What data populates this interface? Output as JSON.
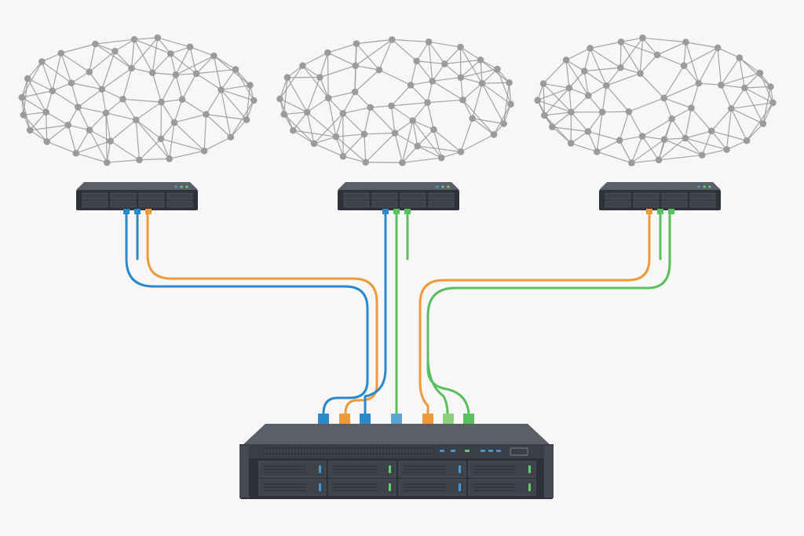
{
  "colors": {
    "background": "#f7f7f7",
    "mesh_line": "#9a9a9a",
    "mesh_node": "#9b9b9b",
    "cable_blue": "#2b88c9",
    "cable_orange": "#ee9a3a",
    "cable_green": "#5cbf5e",
    "chassis_top": "#5b6068",
    "chassis_front": "#2e3238",
    "bay": "#3e434a",
    "led_blue": "#3a9be0",
    "led_green": "#5fd06a"
  },
  "diagram": {
    "mesh_clusters": [
      {
        "name": "left",
        "icon": "mesh-network-icon"
      },
      {
        "name": "center",
        "icon": "mesh-network-icon"
      },
      {
        "name": "right",
        "icon": "mesh-network-icon"
      }
    ],
    "edge_switches": [
      {
        "name": "left",
        "cables": [
          "blue",
          "blue",
          "orange"
        ]
      },
      {
        "name": "center",
        "cables": [
          "blue",
          "green",
          "green"
        ]
      },
      {
        "name": "right",
        "cables": [
          "orange",
          "green",
          "green"
        ]
      }
    ],
    "core_server": {
      "icon": "rack-server-icon",
      "ports": [
        "blue",
        "orange",
        "blue",
        "lightblue",
        "orange",
        "lightgreen",
        "green"
      ]
    }
  }
}
